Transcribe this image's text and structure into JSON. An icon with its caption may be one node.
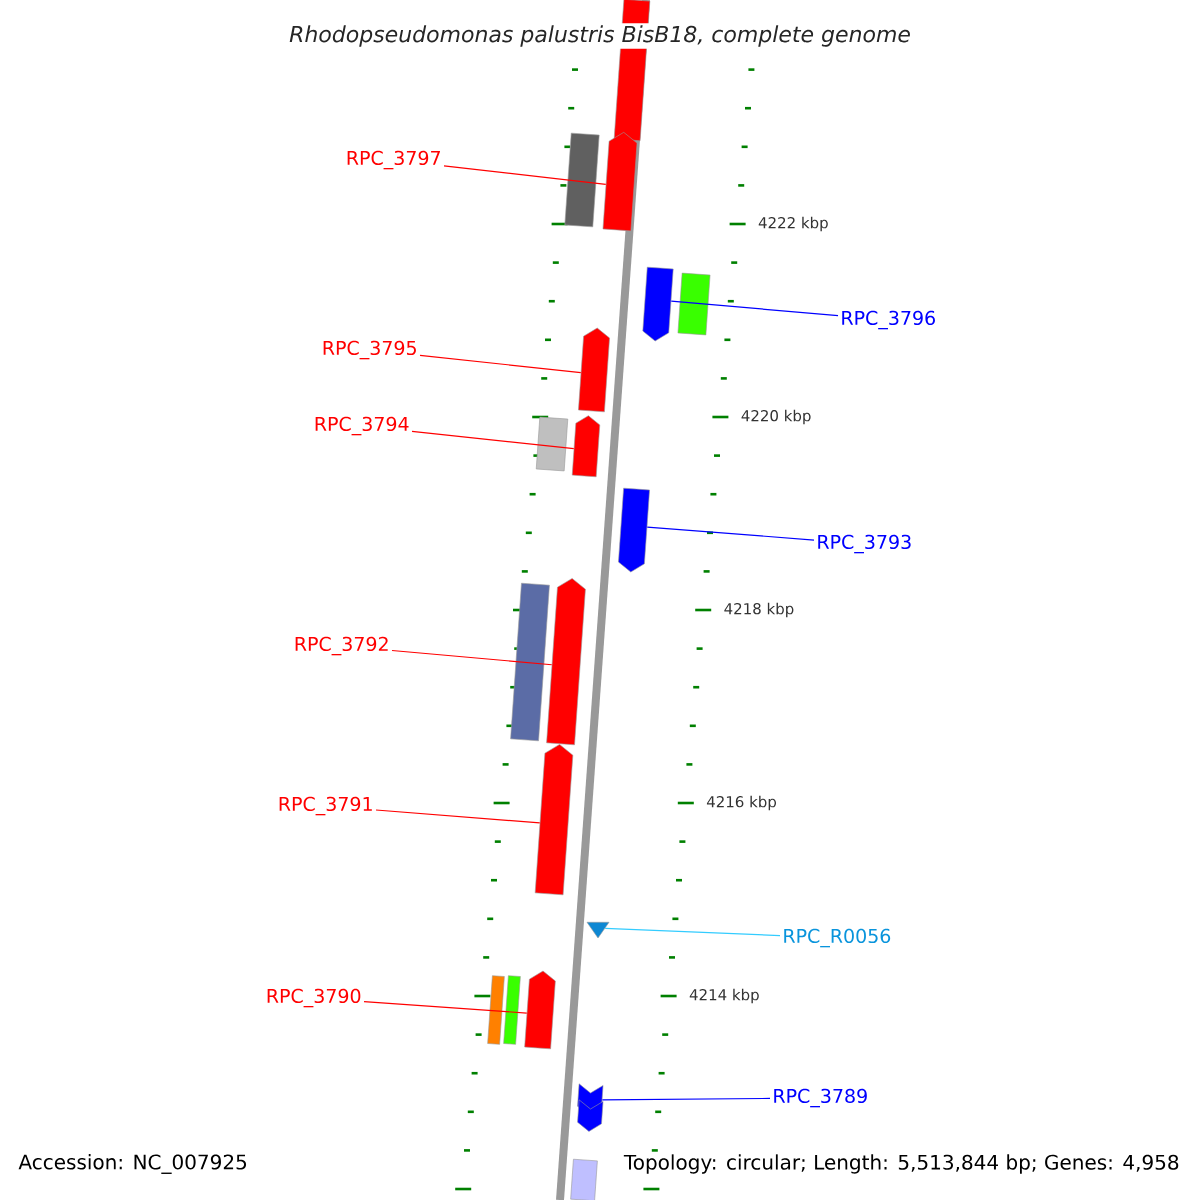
{
  "diagram": {
    "title": "Rhodopseudomonas palustris BisB18, complete genome",
    "nodes": [
      {
        "text": [],
        "shape": "box"
      },
      {
        "text": [],
        "shape": "box"
      },
      {
        "text": [],
        "shape": "arrow"
      },
      {
        "text": [],
        "shape": "arrow"
      },
      {
        "text": [],
        "shape": "box"
      },
      {
        "text": [],
        "shape": "arrow"
      },
      {
        "text": [],
        "shape": "box"
      },
      {
        "text": [],
        "shape": "arrow"
      },
      {
        "text": [],
        "shape": "arrow"
      },
      {
        "text": [],
        "shape": "box"
      },
      {
        "text": [],
        "shape": "arrow"
      },
      {
        "text": [],
        "shape": "arrow"
      },
      {
        "text": [],
        "shape": "triangle"
      },
      {
        "text": [],
        "shape": "box"
      },
      {
        "text": [],
        "shape": "box"
      },
      {
        "text": [],
        "shape": "arrow"
      },
      {
        "text": [],
        "shape": "arrow"
      },
      {
        "text": [],
        "shape": "arrow"
      },
      {
        "text": [],
        "shape": "box"
      },
      {
        "text": [
          "RPC_3797"
        ]
      },
      {
        "text": [
          "RPC_3796"
        ]
      },
      {
        "text": [
          "RPC_3795"
        ]
      },
      {
        "text": [
          "RPC_3794"
        ]
      },
      {
        "text": [
          "RPC_3793"
        ]
      },
      {
        "text": [
          "RPC_3792"
        ]
      },
      {
        "text": [
          "RPC_3791"
        ]
      },
      {
        "text": [
          "RPC_R0056"
        ]
      },
      {
        "text": [
          "RPC_3790"
        ]
      },
      {
        "text": [
          "RPC_3789"
        ]
      }
    ],
    "edges": [
      {
        "from": 19,
        "to": 2,
        "arrow": "none"
      },
      {
        "from": 20,
        "to": 3,
        "arrow": "none",
        "color": "#0000ff"
      },
      {
        "from": 21,
        "to": 5,
        "arrow": "none"
      },
      {
        "from": 22,
        "to": 7,
        "arrow": "none"
      },
      {
        "from": 23,
        "to": 8,
        "arrow": "none",
        "color": "#0000ff"
      },
      {
        "from": 24,
        "to": 10,
        "arrow": "none"
      },
      {
        "from": 25,
        "to": 11,
        "arrow": "none"
      },
      {
        "from": 26,
        "to": 12,
        "arrow": "none",
        "color": "#33ccff"
      },
      {
        "from": 27,
        "to": 15,
        "arrow": "none"
      },
      {
        "from": 28,
        "to": 16,
        "arrow": "none",
        "color": "#0000ff"
      }
    ],
    "labels": [
      "4222 kbp",
      "4220 kbp",
      "4218 kbp",
      "4216 kbp",
      "4214 kbp",
      "Accession: NC_007925",
      "Topology: circular; Length: 5,513,844 bp; Genes: 4,958"
    ]
  }
}
